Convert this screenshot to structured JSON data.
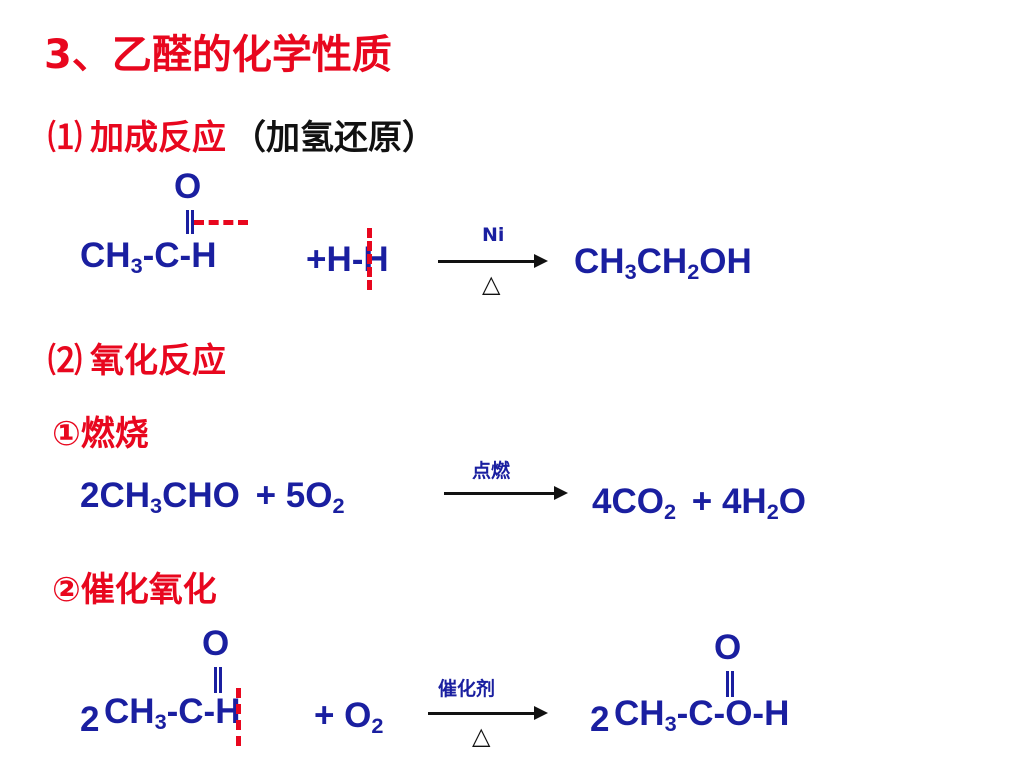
{
  "title": "3、乙醛的化学性质",
  "section1": {
    "number": "⑴",
    "label": "加成反应",
    "note": "（加氢还原）",
    "reactant_top_O": "O",
    "reactant_main": "CH",
    "reactant_sub": "3",
    "reactant_tail": "-C-H",
    "reagent": "+H-H",
    "condition_top": "Ni",
    "condition_bottom": "△",
    "product_a": "CH",
    "product_sub1": "3",
    "product_b": "CH",
    "product_sub2": "2",
    "product_c": "OH"
  },
  "section2": {
    "number": "⑵",
    "label": "氧化反应",
    "sub1": {
      "label": "①燃烧",
      "r1_a": "2CH",
      "r1_sub": "3",
      "r1_b": "CHO",
      "plus1": "+",
      "r2_a": "5O",
      "r2_sub": "2",
      "condition": "点燃",
      "p1_a": "4CO",
      "p1_sub": "2",
      "plus2": "+",
      "p2_a": "4H",
      "p2_sub": "2",
      "p2_b": "O"
    },
    "sub2": {
      "label": "②催化氧化",
      "coef": "2",
      "reactant_top_O": "O",
      "reactant_main": "CH",
      "reactant_sub": "3",
      "reactant_tail": "-C-H",
      "reagent_a": "+ O",
      "reagent_sub": "2",
      "condition_top": "催化剂",
      "condition_bottom": "△",
      "product_coef": "2",
      "product_top_O": "O",
      "product_main": "CH",
      "product_sub": "3",
      "product_tail": "-C-O-H"
    }
  },
  "colors": {
    "heading": "#e8071e",
    "formula": "#1a1fa0",
    "text": "#111111",
    "marker": "#e8071e"
  }
}
